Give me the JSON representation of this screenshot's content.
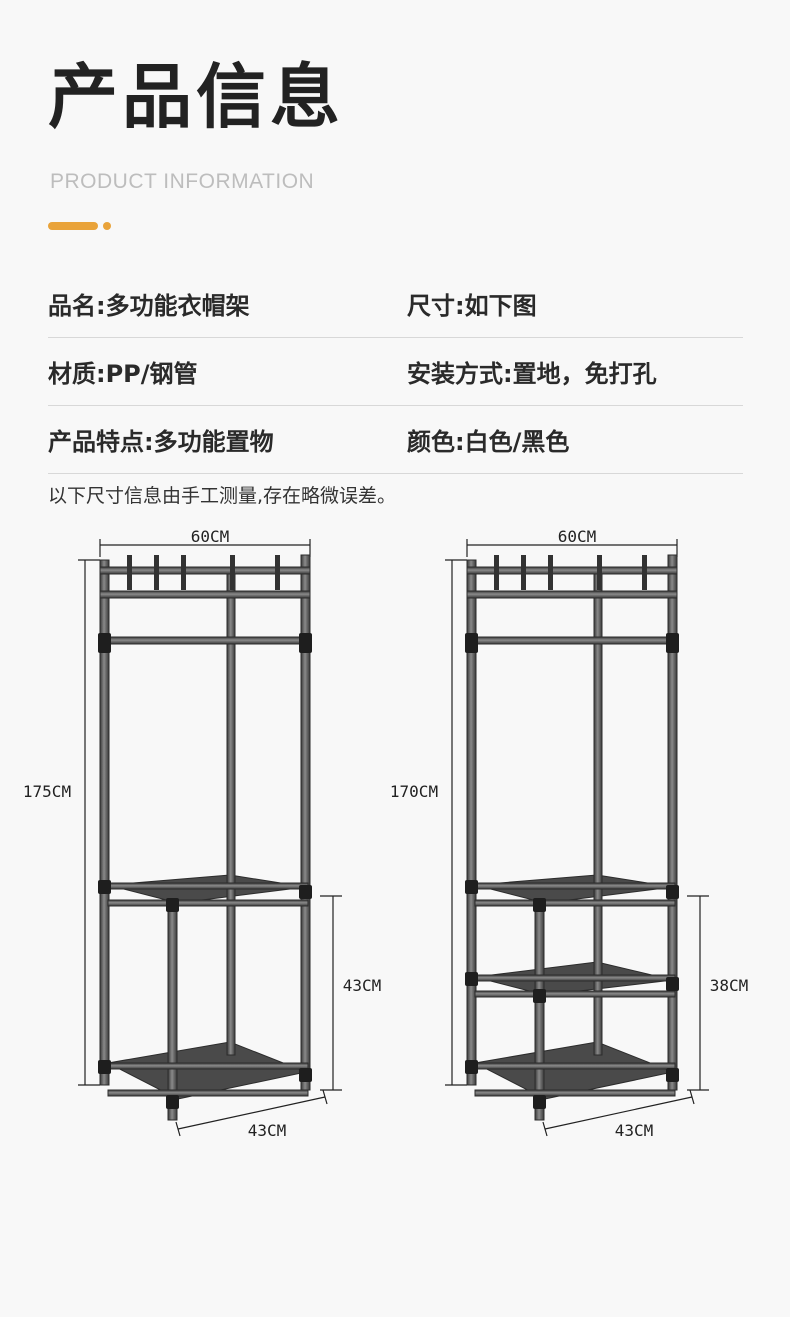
{
  "header": {
    "title": "产品信息",
    "subtitle": "PRODUCT INFORMATION",
    "accent_color": "#e9a33a"
  },
  "info": {
    "rows": [
      {
        "left": "品名:多功能衣帽架",
        "right": "尺寸:如下图"
      },
      {
        "left": "材质:PP/钢管",
        "right": "安装方式:置地，免打孔"
      },
      {
        "left": "产品特点:多功能置物",
        "right": "颜色:白色/黑色"
      }
    ]
  },
  "note": "以下尺寸信息由手工测量,存在略微误差。",
  "diagram": {
    "left_rack": {
      "width": "60CM",
      "height": "175CM",
      "shelf_height": "43CM",
      "depth": "43CM"
    },
    "right_rack": {
      "width": "60CM",
      "height": "170CM",
      "shelf_height": "38CM",
      "depth": "43CM"
    }
  }
}
